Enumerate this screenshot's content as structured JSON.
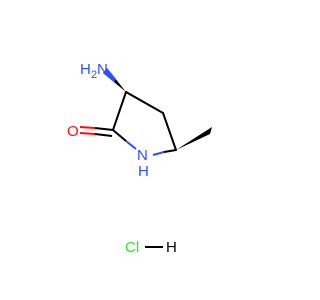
{
  "molecule": {
    "amino_group": {
      "label": "H",
      "subscript": "2",
      "suffix": "N"
    },
    "carbonyl_oxygen": "O",
    "ring_nitrogen": "N",
    "ring_nitrogen_hydrogen": "H",
    "salt": {
      "chlorine": "Cl",
      "hydrogen": "H"
    }
  },
  "colors": {
    "bond": "#000000",
    "nitrogen": "#3050F8",
    "oxygen": "#FF0D0D",
    "chlorine": "#1FF01F",
    "hydrogen_on_cl": "#000000"
  }
}
